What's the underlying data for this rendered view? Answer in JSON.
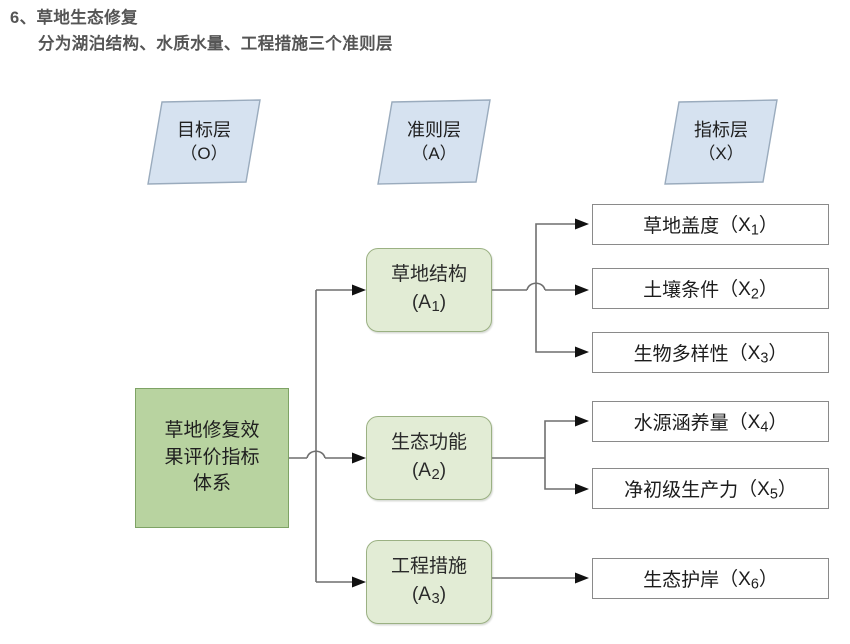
{
  "heading": {
    "line1": "6、草地生态修复",
    "line2": "分为湖泊结构、水质水量、工程措施三个准则层"
  },
  "layer_headers": [
    {
      "name": "goal-layer-header",
      "title": "目标层",
      "code": "（O）"
    },
    {
      "name": "criteria-layer-header",
      "title": "准则层",
      "code": "（A）"
    },
    {
      "name": "indicator-layer-header",
      "title": "指标层",
      "code": "（X）"
    }
  ],
  "goal": {
    "label_line1": "草地修复效",
    "label_line2": "果评价指标",
    "label_line3": "体系"
  },
  "criteria": [
    {
      "id": "A1",
      "label": "草地结构",
      "code_prefix": "(A",
      "code_index": "1",
      "code_suffix": ")"
    },
    {
      "id": "A2",
      "label": "生态功能",
      "code_prefix": "(A",
      "code_index": "2",
      "code_suffix": ")"
    },
    {
      "id": "A3",
      "label": "工程措施",
      "code_prefix": "(A",
      "code_index": "3",
      "code_suffix": ")"
    }
  ],
  "indicators": [
    {
      "id": "X1",
      "label": "草地盖度",
      "code_prefix": "（X",
      "code_index": "1",
      "code_suffix": "）",
      "parent": "A1"
    },
    {
      "id": "X2",
      "label": "土壤条件",
      "code_prefix": "（X",
      "code_index": "2",
      "code_suffix": "）",
      "parent": "A1"
    },
    {
      "id": "X3",
      "label": "生物多样性",
      "code_prefix": "（X",
      "code_index": "3",
      "code_suffix": "）",
      "parent": "A1"
    },
    {
      "id": "X4",
      "label": "水源涵养量",
      "code_prefix": "（X",
      "code_index": "4",
      "code_suffix": "）",
      "parent": "A2"
    },
    {
      "id": "X5",
      "label": "净初级生产力",
      "code_prefix": "（X",
      "code_index": "5",
      "code_suffix": "）",
      "parent": "A2"
    },
    {
      "id": "X6",
      "label": "生态护岸",
      "code_prefix": "（X",
      "code_index": "6",
      "code_suffix": "）",
      "parent": "A3"
    }
  ],
  "colors": {
    "header_fill": "#d6e2f0",
    "header_stroke": "#9aabbd",
    "goal_fill": "#b8d3a0",
    "goal_stroke": "#7ea365",
    "criteria_fill": "#e2ecd5",
    "criteria_stroke": "#9bb183",
    "indicator_fill": "#ffffff",
    "indicator_stroke": "#8a8a8a",
    "connector_stroke": "#6f6f6f",
    "heading_text": "#555555",
    "page_background": "#ffffff"
  }
}
